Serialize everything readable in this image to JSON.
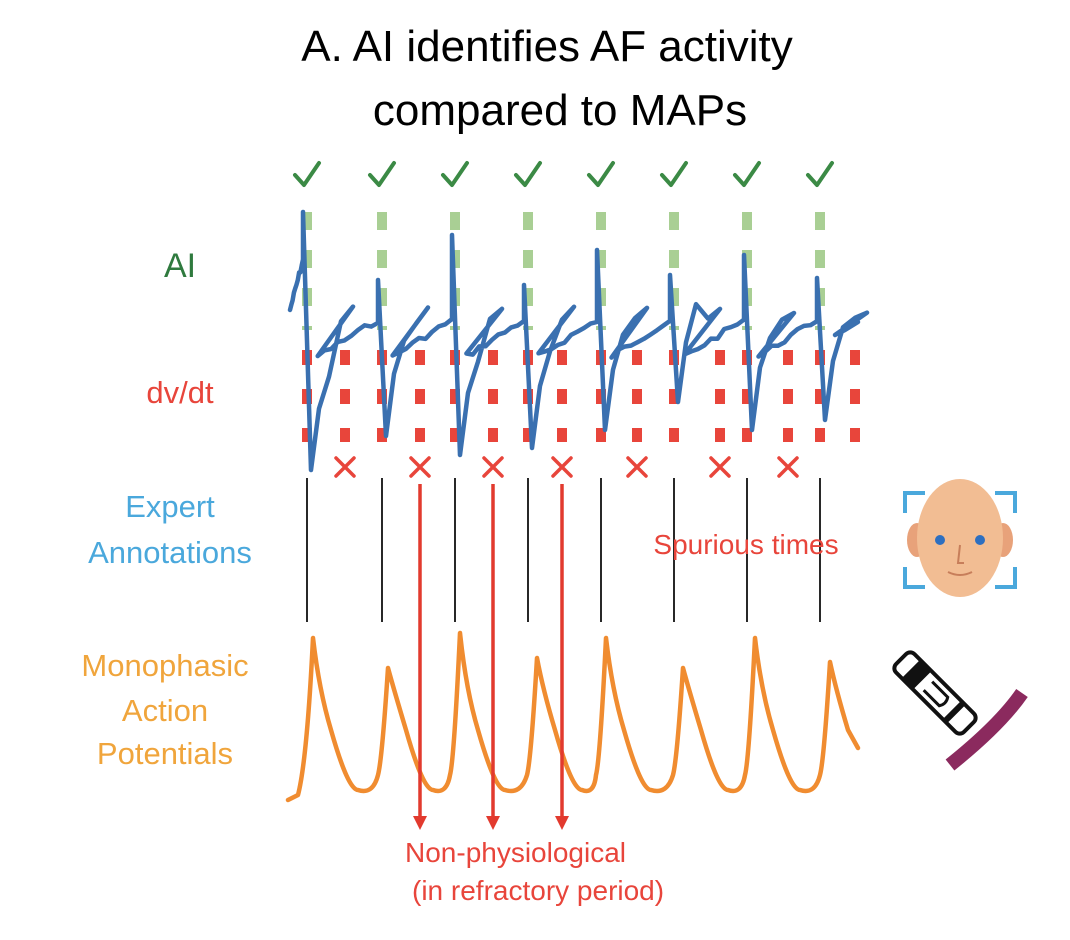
{
  "title": {
    "line1": "A.   AI identifies AF activity",
    "line2": "compared to MAPs"
  },
  "labels": {
    "ai": "AI",
    "dvdt": "dv/dt",
    "expert_line1": "Expert",
    "expert_line2": "Annotations",
    "map_line1": "Monophasic",
    "map_line2": "Action",
    "map_line3": "Potentials",
    "spurious": "Spurious times",
    "nonphys_line1": "Non-physiological",
    "nonphys_line2": "(in refractory period)"
  },
  "markers": {
    "ai_checks": 8,
    "dvdt_crosses": 7,
    "expert_annotations": 8,
    "non_physiological_arrows": 3
  },
  "colors": {
    "ai_label": "#2f7a3e",
    "check": "#3b8a45",
    "ai_dash": "#a9cf94",
    "dvdt": "#e8453b",
    "signal_blue": "#3a70b0",
    "expert_label": "#4aa8dc",
    "map_label": "#f0a53c",
    "map_trace": "#f08c30",
    "arrow": "#e23a2e",
    "catheter_arc": "#8b2a5e"
  },
  "icons": {
    "expert": "person-face-icon",
    "catheter": "catheter-icon"
  }
}
